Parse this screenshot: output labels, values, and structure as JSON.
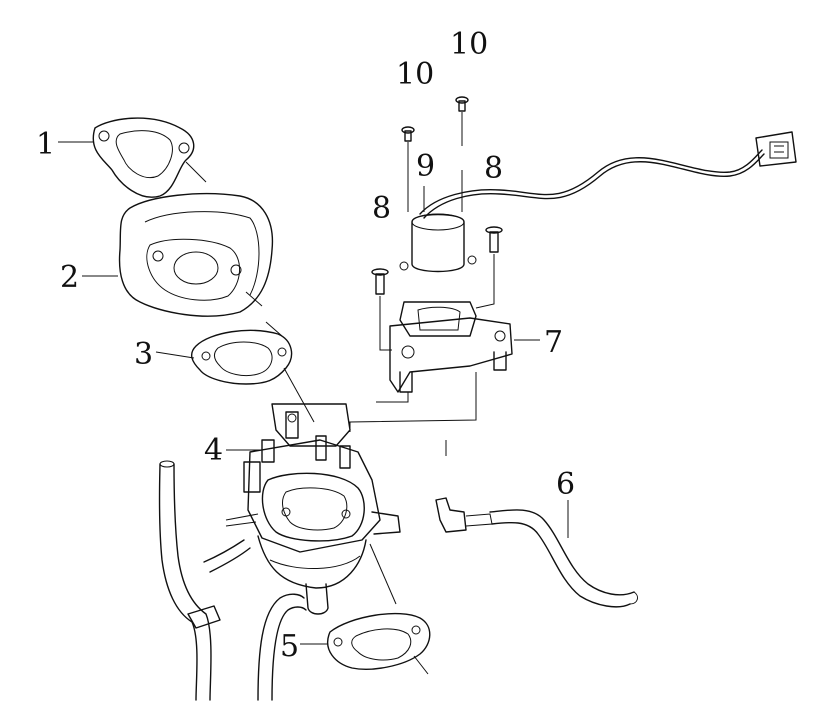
{
  "callouts": [
    {
      "id": "c1",
      "text": "1"
    },
    {
      "id": "c2",
      "text": "2"
    },
    {
      "id": "c3",
      "text": "3"
    },
    {
      "id": "c4",
      "text": "4"
    },
    {
      "id": "c5",
      "text": "5"
    },
    {
      "id": "c6",
      "text": "6"
    },
    {
      "id": "c7",
      "text": "7"
    },
    {
      "id": "c8a",
      "text": "8"
    },
    {
      "id": "c8b",
      "text": "8"
    },
    {
      "id": "c9",
      "text": "9"
    },
    {
      "id": "c10a",
      "text": "10"
    },
    {
      "id": "c10b",
      "text": "10"
    }
  ]
}
